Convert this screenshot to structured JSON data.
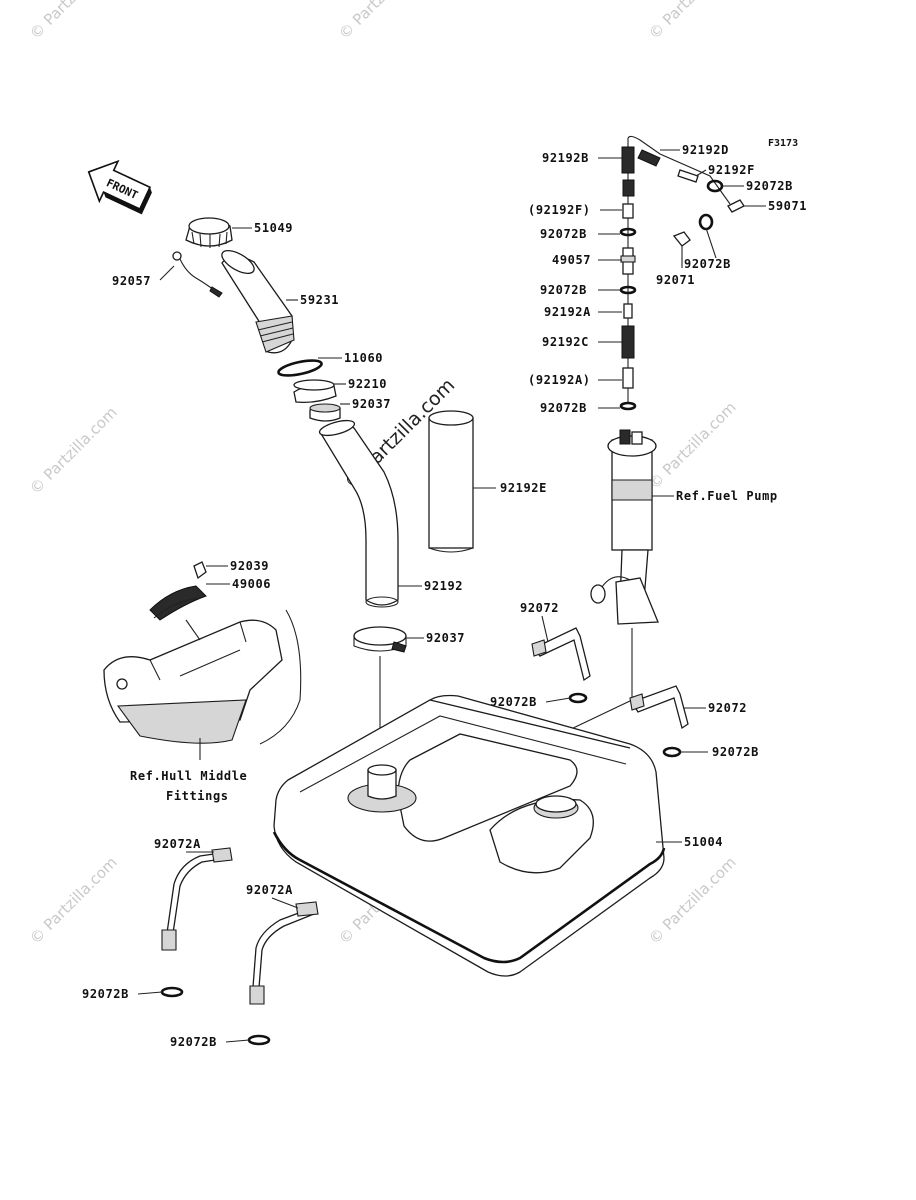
{
  "figure_code": "F3173",
  "front_label": "FRONT",
  "watermarks": {
    "center": "© Partzilla.com",
    "tile": "© Partzilla.com"
  },
  "parts": [
    {
      "id": "51049",
      "label": "51049"
    },
    {
      "id": "92057",
      "label": "92057"
    },
    {
      "id": "59231",
      "label": "59231"
    },
    {
      "id": "11060",
      "label": "11060"
    },
    {
      "id": "92210",
      "label": "92210"
    },
    {
      "id": "92037a",
      "label": "92037"
    },
    {
      "id": "92192E",
      "label": "92192E"
    },
    {
      "id": "92192",
      "label": "92192"
    },
    {
      "id": "92039",
      "label": "92039"
    },
    {
      "id": "49006",
      "label": "49006"
    },
    {
      "id": "92037b",
      "label": "92037"
    },
    {
      "id": "92192B",
      "label": "92192B"
    },
    {
      "id": "92192D",
      "label": "92192D"
    },
    {
      "id": "92192F",
      "label": "92192F"
    },
    {
      "id": "92072B_a",
      "label": "92072B"
    },
    {
      "id": "59071",
      "label": "59071"
    },
    {
      "id": "92192F_p",
      "label": "(92192F)"
    },
    {
      "id": "92072B_b",
      "label": "92072B"
    },
    {
      "id": "49057",
      "label": "49057"
    },
    {
      "id": "92072B_c",
      "label": "92072B"
    },
    {
      "id": "92071",
      "label": "92071"
    },
    {
      "id": "92072B_d",
      "label": "92072B"
    },
    {
      "id": "92192A",
      "label": "92192A"
    },
    {
      "id": "92192C",
      "label": "92192C"
    },
    {
      "id": "92192A_p",
      "label": "(92192A)"
    },
    {
      "id": "92072B_e",
      "label": "92072B"
    },
    {
      "id": "92072_a",
      "label": "92072"
    },
    {
      "id": "92072B_f",
      "label": "92072B"
    },
    {
      "id": "92072_b",
      "label": "92072"
    },
    {
      "id": "92072B_g",
      "label": "92072B"
    },
    {
      "id": "51004",
      "label": "51004"
    },
    {
      "id": "92072A_a",
      "label": "92072A"
    },
    {
      "id": "92072A_b",
      "label": "92072A"
    },
    {
      "id": "92072B_h",
      "label": "92072B"
    },
    {
      "id": "92072B_i",
      "label": "92072B"
    }
  ],
  "references": {
    "fuel_pump": "Ref.Fuel Pump",
    "hull_line1": "Ref.Hull Middle",
    "hull_line2": "Fittings"
  }
}
